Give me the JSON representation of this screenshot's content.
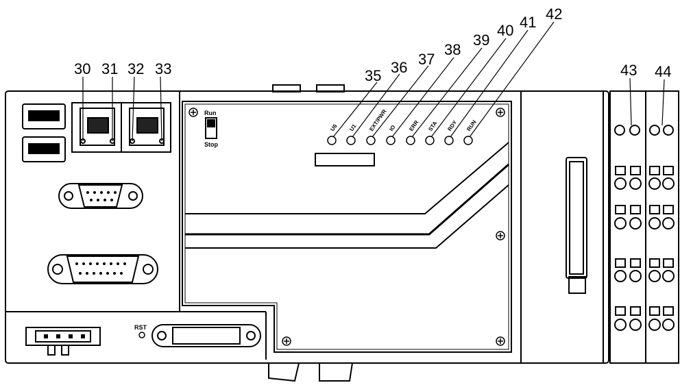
{
  "callouts": {
    "n30": "30",
    "n31": "31",
    "n32": "32",
    "n33": "33",
    "n35": "35",
    "n36": "36",
    "n37": "37",
    "n38": "38",
    "n39": "39",
    "n40": "40",
    "n41": "41",
    "n42": "42",
    "n43": "43",
    "n44": "44"
  },
  "led_labels": {
    "l35": "U6",
    "l36": "U1",
    "l37": "EXT/PWR",
    "l38": "IO",
    "l39": "ERR",
    "l40": "STA",
    "l41": "RDY",
    "l42": "RUN"
  },
  "switch": {
    "run": "Run",
    "stop": "Stop"
  },
  "reset_label": "RST"
}
